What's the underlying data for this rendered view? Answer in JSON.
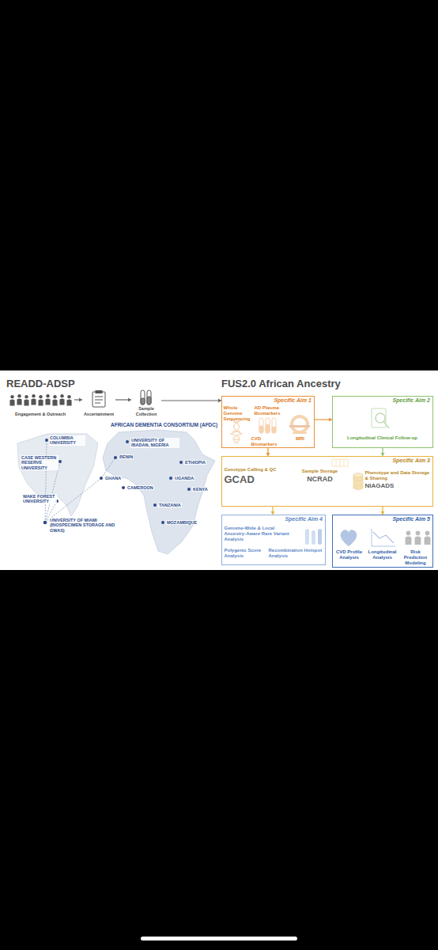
{
  "diagram": {
    "nodes": [
      {
        "text": [
          "Engagement & Outreach"
        ]
      },
      {
        "text": [
          "Ascertainment"
        ]
      },
      {
        "text": [
          "Sample Collection"
        ]
      },
      {
        "text": [
          "Specific Aim 1"
        ]
      },
      {
        "text": [
          "Whole Genome Sequencing"
        ],
        "in": 3
      },
      {
        "text": [
          "AD Plasma Biomarkers"
        ],
        "in": 3
      },
      {
        "text": [
          "CVD Biomarkers"
        ],
        "in": 3
      },
      {
        "text": [
          "MRI"
        ],
        "in": 3
      },
      {
        "text": [
          "Specific Aim 2"
        ]
      },
      {
        "text": [
          "Longitudinal Clinical Follow-up"
        ],
        "in": 8
      },
      {
        "text": [
          "Specific Aim 3"
        ]
      },
      {
        "text": [
          "Genotype Calling & QC",
          "GCAD"
        ],
        "in": 10
      },
      {
        "text": [
          "Sample Storage",
          "NCRAD"
        ],
        "in": 10
      },
      {
        "text": [
          "Phenotype and Data Storage & Sharing",
          "NIAGADS"
        ],
        "in": 10
      },
      {
        "text": [
          "Specific Aim 4"
        ]
      },
      {
        "text": [
          "Genome-Wide & Local Ancestry-Aware Rare Variant Analysis"
        ],
        "in": 14
      },
      {
        "text": [
          "Polygenic Score Analysis"
        ],
        "in": 14
      },
      {
        "text": [
          "Recombination Hotspot Analysis"
        ],
        "in": 14
      },
      {
        "text": [
          "Specific Aim 5"
        ]
      },
      {
        "text": [
          "CVD Profile Analysis"
        ],
        "in": 18
      },
      {
        "text": [
          "Longitudinal Analysis"
        ],
        "in": 18
      },
      {
        "text": [
          "Risk Prediction Modeling"
        ],
        "in": 18
      }
    ],
    "edges": [
      {
        "from": 0,
        "to": 1,
        "arrow": "to"
      },
      {
        "from": 1,
        "to": 2,
        "arrow": "to"
      },
      {
        "from": 2,
        "to": 3,
        "arrow": "to"
      },
      {
        "from": 3,
        "to": 8,
        "arrow": "to"
      },
      {
        "from": 8,
        "to": 10,
        "arrow": "to"
      },
      {
        "from": 3,
        "to": 10,
        "arrow": "to"
      },
      {
        "from": 10,
        "to": 14,
        "arrow": "to"
      },
      {
        "from": 10,
        "to": 18,
        "arrow": "to"
      }
    ],
    "labels": [
      "READD-ADSP",
      "FUS2.0 African Ancestry",
      "AFRICAN DEMENTIA CONSORTIUM (AFDC)",
      "CASE WESTERN RESERVE UNIVERSITY",
      "COLUMBIA UNIVERSITY",
      "WAKE FOREST UNIVERSITY",
      "UNIVERSITY OF MIAMI (BIOSPECIMEN STORAGE AND GWAS)",
      "BENIN",
      "UNIVERSITY OF IBADAN, NIGERIA",
      "ETHIOPIA",
      "GHANA",
      "UGANDA",
      "CAMEROON",
      "KENYA",
      "TANZANIA",
      "MOZAMBIQUE"
    ]
  }
}
